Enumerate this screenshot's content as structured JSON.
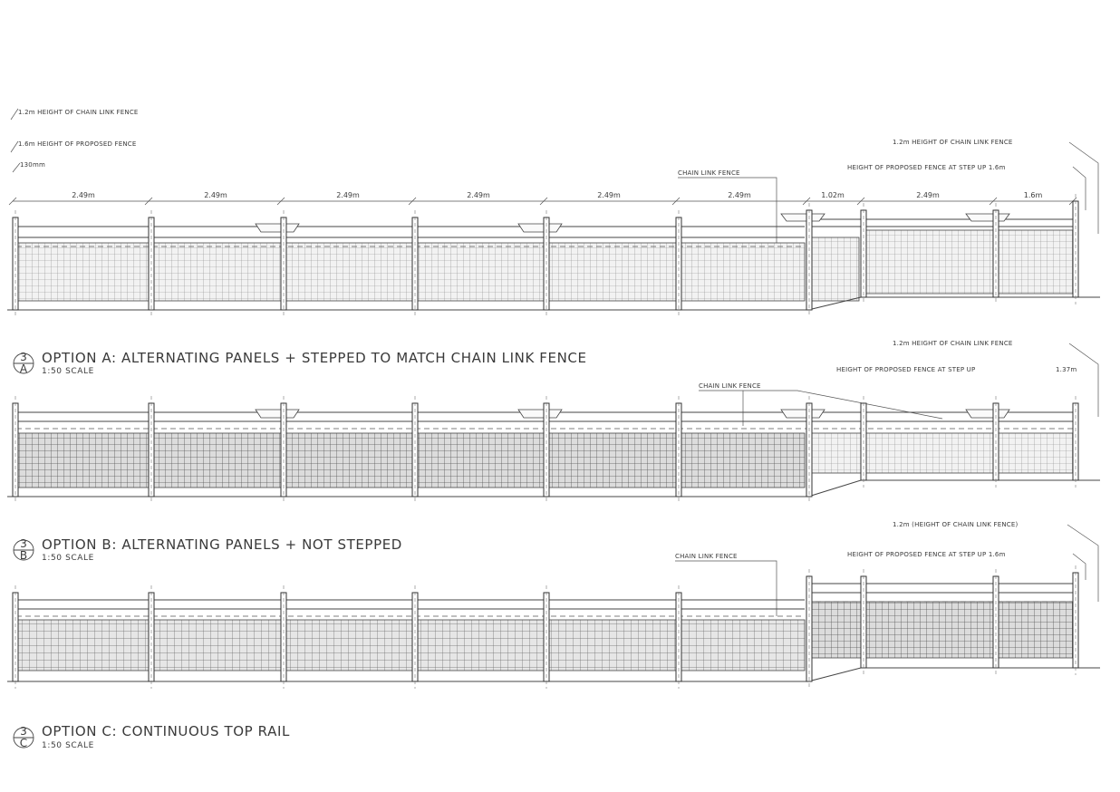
{
  "header_notes": {
    "chain_link_height": "1.2m HEIGHT OF CHAIN LINK FENCE",
    "proposed_height": "1.6m HEIGHT OF PROPOSED FENCE",
    "post_offset": "130mm"
  },
  "options": [
    {
      "ref_number": "3",
      "ref_letter": "A",
      "title": "OPTION A: ALTERNATING PANELS + STEPPED TO MATCH CHAIN LINK FENCE",
      "scale": "1:50 SCALE",
      "annotations": {
        "chain_link_height": "1.2m HEIGHT OF CHAIN LINK FENCE",
        "chain_link_fence": "CHAIN LINK FENCE",
        "step_height": "HEIGHT OF PROPOSED FENCE AT STEP UP 1.6m"
      },
      "dimensions": [
        "2.49m",
        "2.49m",
        "2.49m",
        "2.49m",
        "2.49m",
        "2.49m",
        "1.02m",
        "2.49m",
        "1.6m"
      ]
    },
    {
      "ref_number": "3",
      "ref_letter": "B",
      "title": "OPTION B: ALTERNATING PANELS + NOT STEPPED",
      "scale": "1:50 SCALE",
      "annotations": {
        "chain_link_height": "1.2m HEIGHT OF CHAIN LINK FENCE",
        "chain_link_fence": "CHAIN LINK FENCE",
        "step_height": "HEIGHT OF PROPOSED FENCE AT STEP UP",
        "step_height_value": "1.37m"
      }
    },
    {
      "ref_number": "3",
      "ref_letter": "C",
      "title": "OPTION C: CONTINUOUS TOP RAIL",
      "scale": "1:50 SCALE",
      "annotations": {
        "chain_link_height": "1.2m (HEIGHT OF CHAIN LINK FENCE)",
        "chain_link_fence": "CHAIN LINK FENCE",
        "step_height": "HEIGHT OF PROPOSED FENCE AT STEP UP 1.6m"
      }
    }
  ]
}
